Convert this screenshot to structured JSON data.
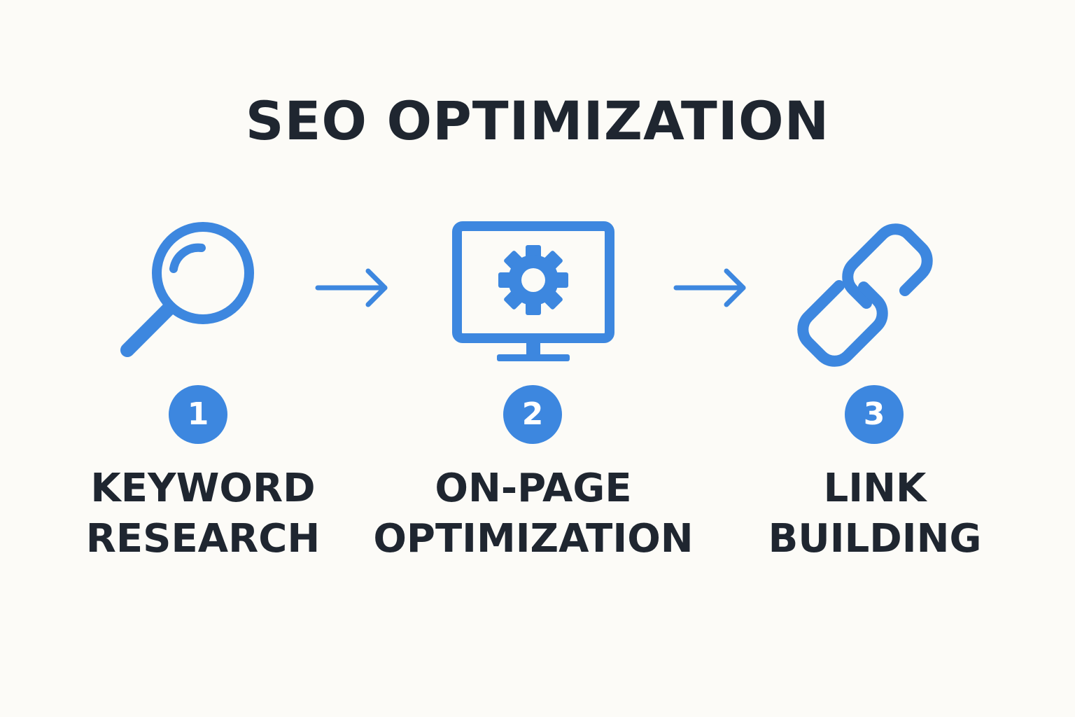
{
  "title": "SEO OPTIMIZATION",
  "accent_color": "#3D87DF",
  "text_color": "#1F2630",
  "background_color": "#FCFBF7",
  "steps": [
    {
      "number": "1",
      "icon": "magnifying-glass-icon",
      "label_line1": "KEYWORD",
      "label_line2": "RESEARCH"
    },
    {
      "number": "2",
      "icon": "monitor-gear-icon",
      "label_line1": "ON-PAGE",
      "label_line2": "OPTIMIZATION"
    },
    {
      "number": "3",
      "icon": "chain-link-icon",
      "label_line1": "LINK",
      "label_line2": "BUILDING"
    }
  ],
  "connectors": [
    "arrow-right-icon",
    "arrow-right-icon"
  ]
}
